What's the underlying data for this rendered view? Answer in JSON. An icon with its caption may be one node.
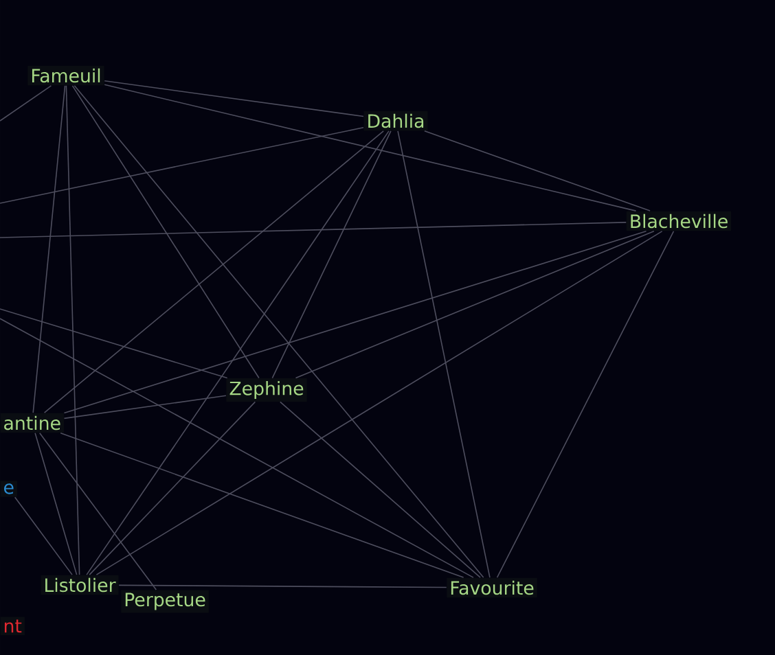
{
  "diagram": {
    "nodes": [
      {
        "text": [
          "Fameuil"
        ]
      },
      {
        "text": [
          "Dahlia"
        ]
      },
      {
        "text": [
          "Blacheville"
        ]
      },
      {
        "text": [
          "Zephine"
        ]
      },
      {
        "text": [
          "antine"
        ]
      },
      {
        "text": [
          "e"
        ]
      },
      {
        "text": [
          "Listolier"
        ]
      },
      {
        "text": [
          "Perpetue"
        ]
      },
      {
        "text": [
          "Favourite"
        ]
      },
      {
        "text": [
          "nt"
        ]
      }
    ],
    "edges": [
      {
        "from": 0,
        "to": 1,
        "arrow": "none"
      },
      {
        "from": 0,
        "to": 2,
        "arrow": "none"
      },
      {
        "from": 0,
        "to": 3,
        "arrow": "none"
      },
      {
        "from": 0,
        "to": 4,
        "arrow": "none"
      },
      {
        "from": 0,
        "to": 6,
        "arrow": "none"
      },
      {
        "from": 0,
        "to": 8,
        "arrow": "none"
      },
      {
        "from": 1,
        "to": 2,
        "arrow": "none"
      },
      {
        "from": 1,
        "to": 3,
        "arrow": "none"
      },
      {
        "from": 1,
        "to": 4,
        "arrow": "none"
      },
      {
        "from": 1,
        "to": 6,
        "arrow": "none"
      },
      {
        "from": 1,
        "to": 8,
        "arrow": "none"
      },
      {
        "from": 2,
        "to": 3,
        "arrow": "none"
      },
      {
        "from": 2,
        "to": 4,
        "arrow": "none"
      },
      {
        "from": 2,
        "to": 6,
        "arrow": "none"
      },
      {
        "from": 2,
        "to": 8,
        "arrow": "none"
      },
      {
        "from": 3,
        "to": 4,
        "arrow": "none"
      },
      {
        "from": 3,
        "to": 6,
        "arrow": "none"
      },
      {
        "from": 3,
        "to": 8,
        "arrow": "none"
      },
      {
        "from": 4,
        "to": 6,
        "arrow": "none"
      },
      {
        "from": 4,
        "to": 8,
        "arrow": "none"
      },
      {
        "from": 4,
        "to": 7,
        "arrow": "none"
      },
      {
        "from": 6,
        "to": 8,
        "arrow": "none"
      },
      {
        "from": 5,
        "to": 6,
        "arrow": "none"
      },
      {
        "from": null,
        "to": 0,
        "arrow": "none"
      },
      {
        "from": null,
        "to": 1,
        "arrow": "none"
      },
      {
        "from": null,
        "to": 2,
        "arrow": "none"
      },
      {
        "from": null,
        "to": 3,
        "arrow": "none"
      },
      {
        "from": null,
        "to": 8,
        "arrow": "none"
      }
    ]
  }
}
